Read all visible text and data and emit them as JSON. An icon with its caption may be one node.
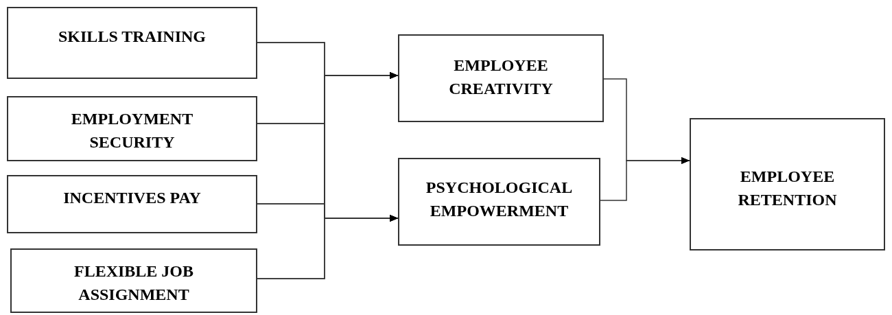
{
  "diagram": {
    "nodes": [
      {
        "text": [
          "SKILLS TRAINING"
        ]
      },
      {
        "text": [
          "EMPLOYMENT SECURITY"
        ]
      },
      {
        "text": [
          "INCENTIVES PAY"
        ]
      },
      {
        "text": [
          "FLEXIBLE JOB ASSIGNMENT"
        ]
      },
      {
        "text": [
          "EMPLOYEE CREATIVITY"
        ]
      },
      {
        "text": [
          "PSYCHOLOGICAL EMPOWERMENT"
        ]
      },
      {
        "text": [
          "EMPLOYEE RETENTION"
        ]
      }
    ],
    "edges": [
      {
        "from": 0,
        "to": 4,
        "arrow": "to"
      },
      {
        "from": 1,
        "to": 4,
        "arrow": "to"
      },
      {
        "from": 2,
        "to": 4,
        "arrow": "to"
      },
      {
        "from": 3,
        "to": 4,
        "arrow": "to"
      },
      {
        "from": 0,
        "to": 5,
        "arrow": "to"
      },
      {
        "from": 1,
        "to": 5,
        "arrow": "to"
      },
      {
        "from": 2,
        "to": 5,
        "arrow": "to"
      },
      {
        "from": 3,
        "to": 5,
        "arrow": "to"
      },
      {
        "from": 4,
        "to": 6,
        "arrow": "to"
      },
      {
        "from": 5,
        "to": 6,
        "arrow": "to"
      }
    ]
  }
}
